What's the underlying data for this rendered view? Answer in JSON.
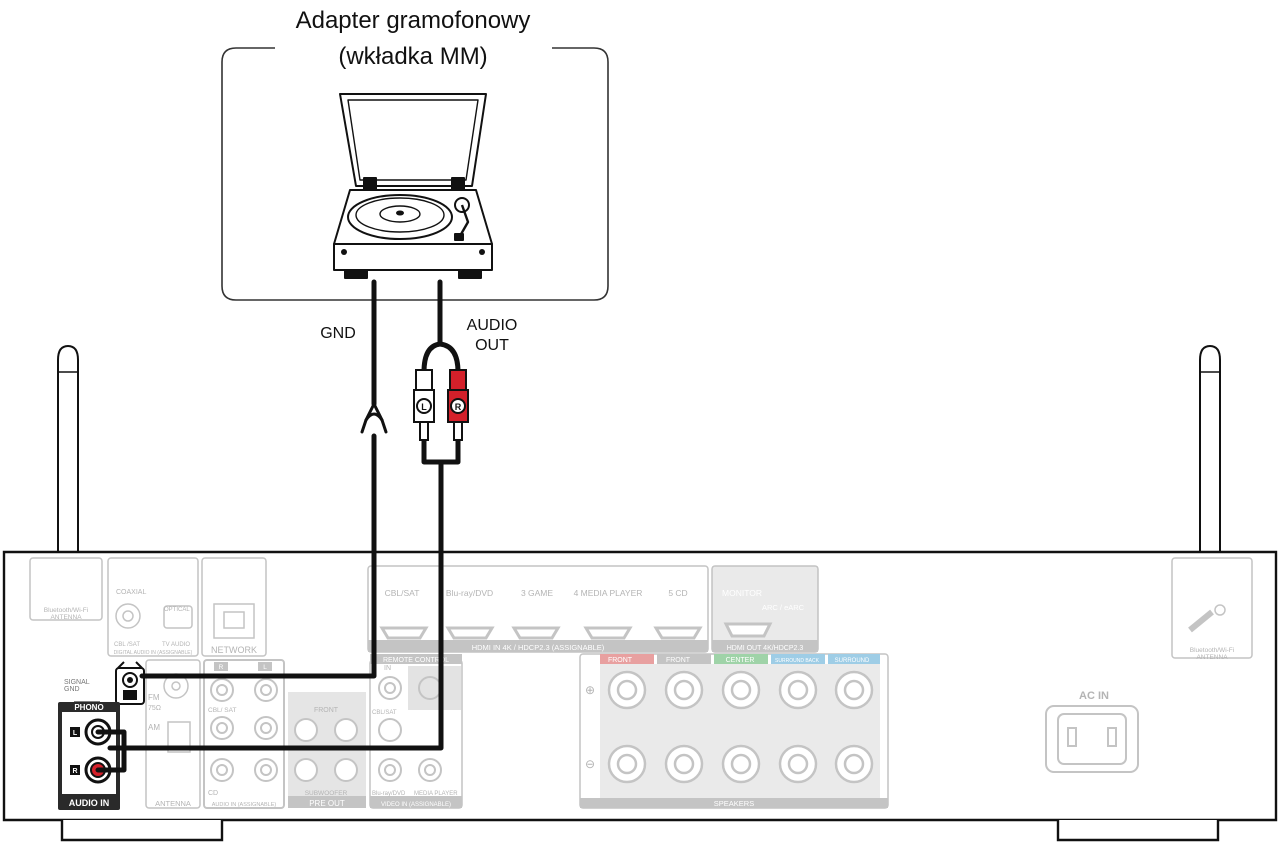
{
  "device": {
    "title_line1": "Adapter gramofonowy",
    "title_line2": "(wkładka MM)"
  },
  "cables": {
    "gnd_label": "GND",
    "audio_out_line1": "AUDIO",
    "audio_out_line2": "OUT",
    "plug_left": "L",
    "plug_right": "R"
  },
  "receiver": {
    "bt_antenna_left": "Bluetooth/Wi-Fi",
    "bt_antenna_left_2": "ANTENNA",
    "bt_antenna_right": "Bluetooth/Wi-Fi",
    "bt_antenna_right_2": "ANTENNA",
    "coaxial": "COAXIAL",
    "optical": "OPTICAL",
    "cbl_sat_digital": "CBL /SAT",
    "tv_audio": "TV AUDIO",
    "digital_audio_in": "DIGITAL AUDIO IN (ASSIGNABLE)",
    "network": "NETWORK",
    "hdmi_inputs": [
      "CBL/SAT",
      "2 Blu-ray/DVD",
      "3 GAME",
      "4 MEDIA PLAYER",
      "5 CD"
    ],
    "hdmi_in_label": "HDMI IN  4K / HDCP2.3 (ASSIGNABLE)",
    "monitor": "MONITOR",
    "arc": "ARC / eARC",
    "hdmi_out_label": "HDMI OUT 4K/HDCP2.3",
    "signal_gnd_1": "SIGNAL",
    "signal_gnd_2": "GND",
    "phono": "PHONO",
    "ch_l": "L",
    "ch_r": "R",
    "audio_in": "AUDIO IN",
    "fm": "FM",
    "fm_ohm": "75Ω",
    "am": "AM",
    "antenna": "ANTENNA",
    "cbl_sat_analog": "CBL/ SAT",
    "cd_analog": "CD",
    "audio_in_assignable": "AUDIO IN (ASSIGNABLE)",
    "remote_control": "REMOTE CONTROL",
    "remote_in": "IN",
    "front": "FRONT",
    "subwoofer": "SUBWOOFER",
    "pre_out": "PRE OUT",
    "video_cbl_sat": "CBL/SAT",
    "video_bluray": "Blu-ray/DVD",
    "video_media_player": "MEDIA PLAYER",
    "video_in_assignable": "VIDEO IN (ASSIGNABLE)",
    "spk_front_r": "FRONT",
    "spk_front_l": "FRONT",
    "spk_center": "CENTER",
    "spk_surround_back": "SURROUND BACK",
    "spk_surround": "SURROUND",
    "speakers": "SPEAKERS",
    "ac_in": "AC IN"
  },
  "colors": {
    "line": "#111111",
    "faint": "#c4c4c4",
    "faint_text": "#b0b0b0",
    "plug_red": "#d4202a",
    "front_red": "#e8a0a0",
    "center_green": "#9fd3a8",
    "surround_blue": "#9ecde6",
    "phono_box": "#2a2a2a"
  }
}
